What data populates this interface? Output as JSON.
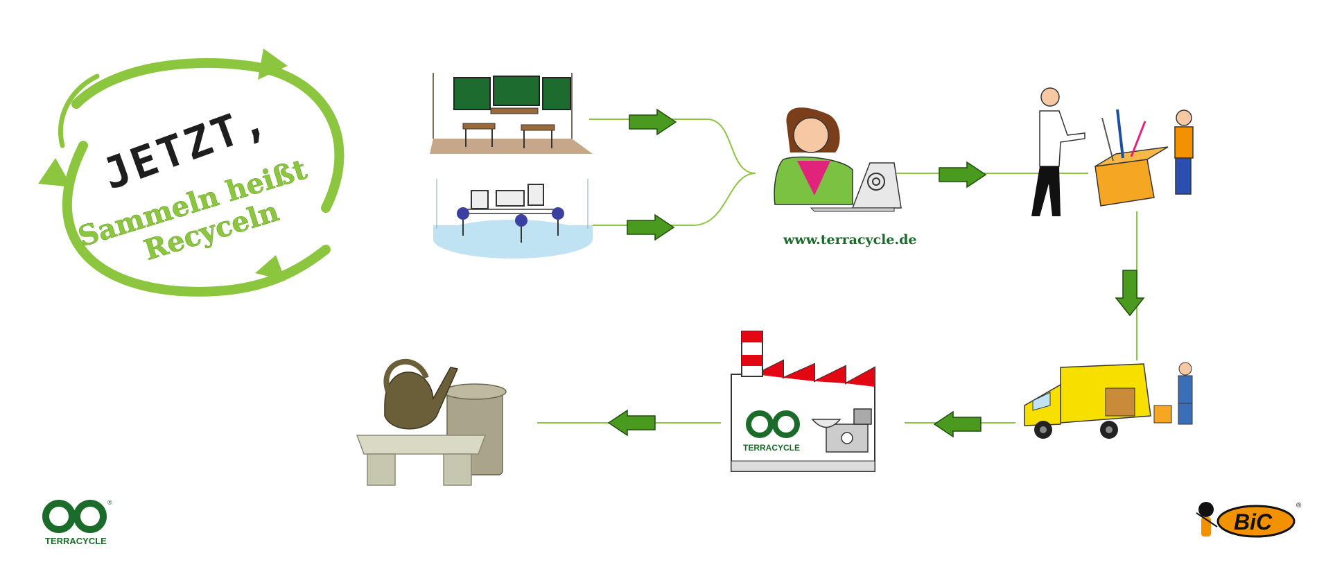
{
  "slogan": {
    "line1": "JETZT,",
    "line2": "Sammeln heißt",
    "line3": "Recyceln"
  },
  "website": "www.terracycle.de",
  "factory_logo_text": "TERRACYCLE",
  "terracycle_logo": {
    "text": "TERRACYCLE",
    "registered": "®"
  },
  "bic_logo": {
    "text": "BiC",
    "registered": "®"
  },
  "colors": {
    "flow_green": "#8cc63f",
    "arrow_green": "#4a9a1f",
    "brand_green": "#1b6b2b",
    "bic_orange": "#f39200",
    "factory_red": "#e30613"
  }
}
